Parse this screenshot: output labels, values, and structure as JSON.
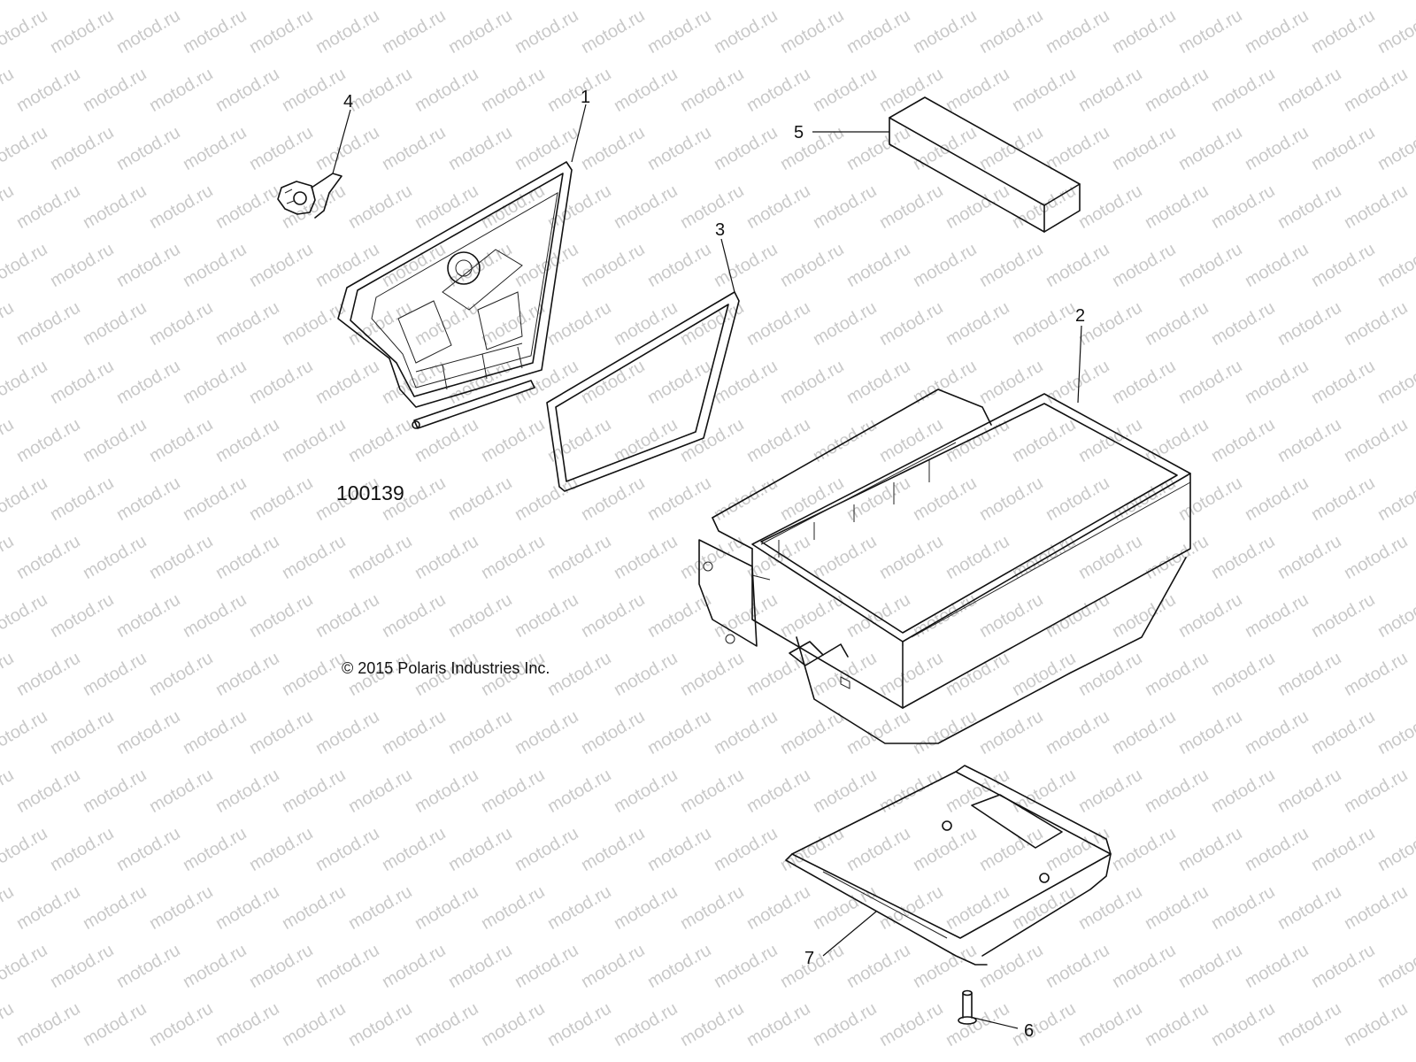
{
  "figure_code": "100139",
  "copyright": "© 2015 Polaris Industries Inc.",
  "watermark_text": "motod.ru",
  "callouts": [
    "1",
    "2",
    "3",
    "4",
    "5",
    "6",
    "7"
  ]
}
